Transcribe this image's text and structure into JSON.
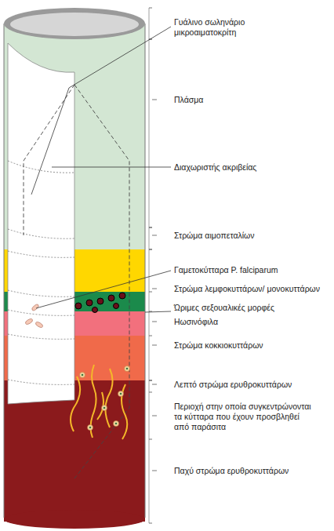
{
  "diagram": {
    "labels": [
      "Γυάλινο σωληνάριο μικροαιματοκρίτη",
      "Πλάσμα",
      "Διαχωριστής ακριβείας",
      "Στρώμα αιμοπεταλίων",
      "Γαμετοκύτταρα P. falciparum",
      "Στρώμα λεμφοκυττάρων/ μονοκυττάρων",
      "Ώριμες σεξουαλικές μορφές",
      "Ηωσινόφιλα",
      "Στρώμα κοκκιοκυττάρων",
      "Λεπτό στρώμα ερυθροκυττάρων",
      "Περιοχή στην οποία συγκεντρώνονται τα κύτταρα που έχουν προσβληθεί από παράσιτα",
      "Παχύ στρώμα ερυθροκυττάρων"
    ]
  }
}
